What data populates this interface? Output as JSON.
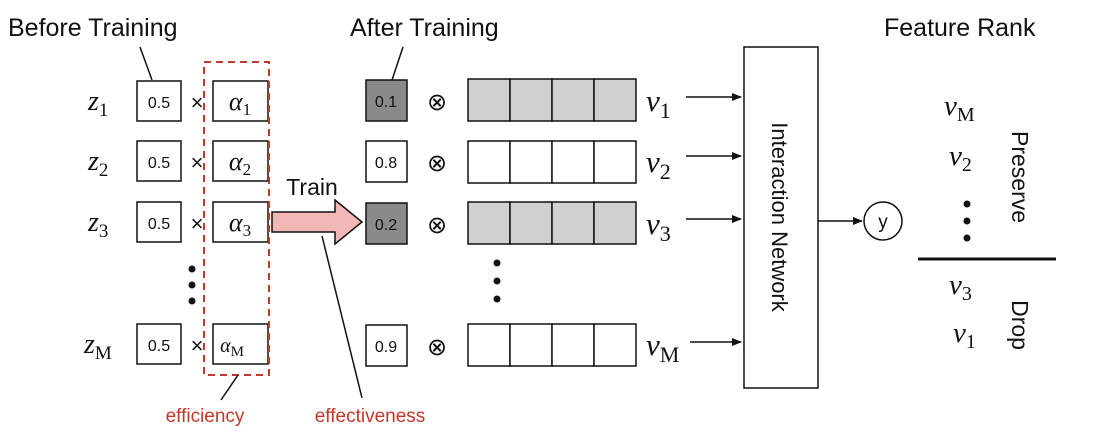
{
  "headings": {
    "before": "Before Training",
    "after": "After Training",
    "rank": "Feature Rank"
  },
  "before_rows": [
    {
      "z": "z",
      "sub": "1",
      "value": "0.5",
      "alpha_sub": "1"
    },
    {
      "z": "z",
      "sub": "2",
      "value": "0.5",
      "alpha_sub": "2"
    },
    {
      "z": "z",
      "sub": "3",
      "value": "0.5",
      "alpha_sub": "3"
    },
    {
      "z": "z",
      "sub": "M",
      "value": "0.5",
      "alpha_sub": "M"
    }
  ],
  "symbols": {
    "times": "×",
    "otimes": "⊗",
    "alpha": "α",
    "v": "v"
  },
  "train_label": "Train",
  "after_rows": [
    {
      "weight": "0.1",
      "shaded": true,
      "v_sub": "1"
    },
    {
      "weight": "0.8",
      "shaded": false,
      "v_sub": "2"
    },
    {
      "weight": "0.2",
      "shaded": true,
      "v_sub": "3"
    },
    {
      "weight": "0.9",
      "shaded": false,
      "v_sub": "M"
    }
  ],
  "network_label": "Interaction Network",
  "output_label": "y",
  "rank": {
    "preserve": [
      {
        "v": "v",
        "sub": "M"
      },
      {
        "v": "v",
        "sub": "2"
      }
    ],
    "drop": [
      {
        "v": "v",
        "sub": "3"
      },
      {
        "v": "v",
        "sub": "1"
      }
    ],
    "preserve_label": "Preserve",
    "drop_label": "Drop"
  },
  "annotations": {
    "efficiency": "efficiency",
    "effectiveness": "effectiveness"
  },
  "colors": {
    "annotation_red": "#c0392b",
    "arrow_fill": "#f2b8b8",
    "weight_shaded": "#8a8a8a",
    "embed_shaded": "#d0d0d0"
  }
}
